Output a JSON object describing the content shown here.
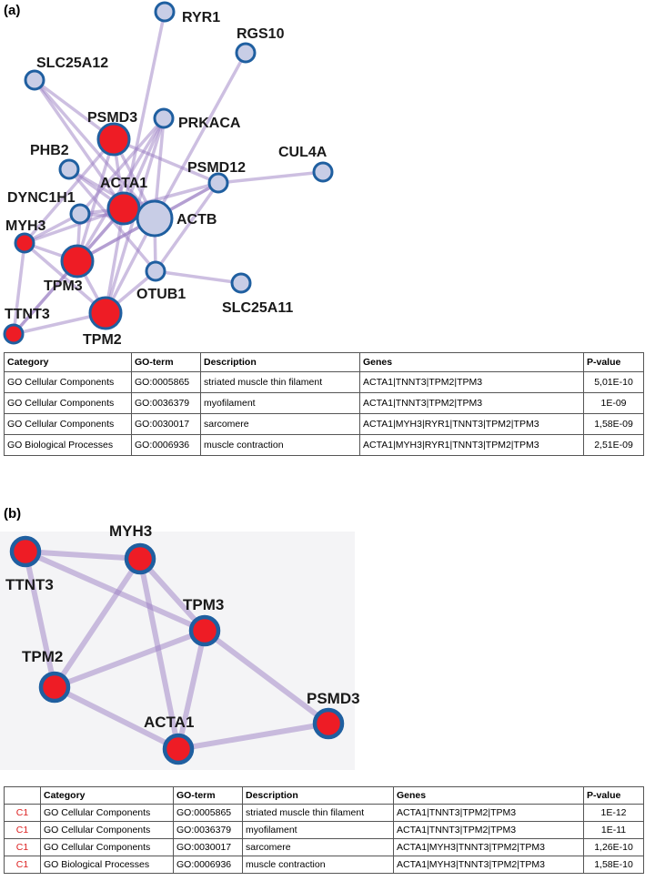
{
  "panel_a": {
    "label": "(a)",
    "nodes": [
      {
        "id": "RYR1",
        "label": "RYR1",
        "type": "gene",
        "size": "small"
      },
      {
        "id": "RGS10",
        "label": "RGS10",
        "type": "gene",
        "size": "small"
      },
      {
        "id": "SLC25A12",
        "label": "SLC25A12",
        "type": "gene",
        "size": "small"
      },
      {
        "id": "PSMD3",
        "label": "PSMD3",
        "type": "hit",
        "size": "large"
      },
      {
        "id": "PRKACA",
        "label": "PRKACA",
        "type": "gene",
        "size": "small"
      },
      {
        "id": "PHB2",
        "label": "PHB2",
        "type": "gene",
        "size": "small"
      },
      {
        "id": "CUL4A",
        "label": "CUL4A",
        "type": "gene",
        "size": "small"
      },
      {
        "id": "PSMD12",
        "label": "PSMD12",
        "type": "gene",
        "size": "small"
      },
      {
        "id": "ACTA1",
        "label": "ACTA1",
        "type": "hit",
        "size": "large"
      },
      {
        "id": "DYNC1H1",
        "label": "DYNC1H1",
        "type": "gene",
        "size": "small"
      },
      {
        "id": "ACTB",
        "label": "ACTB",
        "type": "gene",
        "size": "xlarge"
      },
      {
        "id": "MYH3",
        "label": "MYH3",
        "type": "hit",
        "size": "small"
      },
      {
        "id": "TPM3",
        "label": "TPM3",
        "type": "hit",
        "size": "large"
      },
      {
        "id": "OTUB1",
        "label": "OTUB1",
        "type": "gene",
        "size": "small"
      },
      {
        "id": "SLC25A11",
        "label": "SLC25A11",
        "type": "gene",
        "size": "small"
      },
      {
        "id": "TTNT3",
        "label": "TTNT3",
        "type": "hit",
        "size": "small"
      },
      {
        "id": "TPM2",
        "label": "TPM2",
        "type": "hit",
        "size": "large"
      }
    ],
    "edges": [
      [
        "RYR1",
        "ACTA1"
      ],
      [
        "RGS10",
        "ACTB"
      ],
      [
        "SLC25A12",
        "PSMD3"
      ],
      [
        "SLC25A12",
        "ACTB"
      ],
      [
        "SLC25A12",
        "ACTA1"
      ],
      [
        "PSMD3",
        "ACTA1"
      ],
      [
        "PSMD3",
        "ACTB"
      ],
      [
        "PSMD3",
        "PSMD12"
      ],
      [
        "PSMD3",
        "TPM3"
      ],
      [
        "PSMD3",
        "MYH3"
      ],
      [
        "PRKACA",
        "ACTB"
      ],
      [
        "PRKACA",
        "ACTA1"
      ],
      [
        "PRKACA",
        "DYNC1H1"
      ],
      [
        "PRKACA",
        "TPM3"
      ],
      [
        "PRKACA",
        "TPM2"
      ],
      [
        "PHB2",
        "ACTA1"
      ],
      [
        "PHB2",
        "ACTB"
      ],
      [
        "PHB2",
        "OTUB1"
      ],
      [
        "CUL4A",
        "PSMD12"
      ],
      [
        "PSMD12",
        "ACTB"
      ],
      [
        "PSMD12",
        "ACTA1"
      ],
      [
        "PSMD12",
        "OTUB1"
      ],
      [
        "PSMD12",
        "TPM3"
      ],
      [
        "ACTA1",
        "ACTB"
      ],
      [
        "ACTA1",
        "DYNC1H1"
      ],
      [
        "ACTA1",
        "MYH3"
      ],
      [
        "ACTA1",
        "TPM3"
      ],
      [
        "ACTA1",
        "TPM2"
      ],
      [
        "ACTA1",
        "TTNT3"
      ],
      [
        "DYNC1H1",
        "ACTB"
      ],
      [
        "DYNC1H1",
        "MYH3"
      ],
      [
        "DYNC1H1",
        "TPM3"
      ],
      [
        "ACTB",
        "TPM3"
      ],
      [
        "ACTB",
        "OTUB1"
      ],
      [
        "ACTB",
        "TPM2"
      ],
      [
        "MYH3",
        "TPM3"
      ],
      [
        "MYH3",
        "TPM2"
      ],
      [
        "MYH3",
        "TTNT3"
      ],
      [
        "TPM3",
        "TPM2"
      ],
      [
        "TPM3",
        "TTNT3"
      ],
      [
        "OTUB1",
        "SLC25A11"
      ],
      [
        "OTUB1",
        "TPM2"
      ],
      [
        "TTNT3",
        "TPM2"
      ]
    ],
    "table": {
      "headers": [
        "Category",
        "GO-term",
        "Description",
        "Genes",
        "P-value"
      ],
      "rows": [
        [
          "GO Cellular Components",
          "GO:0005865",
          "striated muscle thin filament",
          "ACTA1|TNNT3|TPM2|TPM3",
          "5,01E-10"
        ],
        [
          "GO Cellular Components",
          "GO:0036379",
          "myofilament",
          "ACTA1|TNNT3|TPM2|TPM3",
          "1E-09"
        ],
        [
          "GO Cellular Components",
          "GO:0030017",
          "sarcomere",
          "ACTA1|MYH3|RYR1|TNNT3|TPM2|TPM3",
          "1,58E-09"
        ],
        [
          "GO Biological Processes",
          "GO:0006936",
          "muscle contraction",
          "ACTA1|MYH3|RYR1|TNNT3|TPM2|TPM3",
          "2,51E-09"
        ]
      ]
    }
  },
  "panel_b": {
    "label": "(b)",
    "nodes": [
      {
        "id": "TTNT3",
        "label": "TTNT3"
      },
      {
        "id": "MYH3",
        "label": "MYH3"
      },
      {
        "id": "TPM3",
        "label": "TPM3"
      },
      {
        "id": "TPM2",
        "label": "TPM2"
      },
      {
        "id": "PSMD3",
        "label": "PSMD3"
      },
      {
        "id": "ACTA1",
        "label": "ACTA1"
      }
    ],
    "edges": [
      [
        "TTNT3",
        "MYH3"
      ],
      [
        "TTNT3",
        "TPM3"
      ],
      [
        "TTNT3",
        "TPM2"
      ],
      [
        "MYH3",
        "TPM3"
      ],
      [
        "MYH3",
        "TPM2"
      ],
      [
        "MYH3",
        "ACTA1"
      ],
      [
        "TPM3",
        "TPM2"
      ],
      [
        "TPM3",
        "ACTA1"
      ],
      [
        "TPM3",
        "PSMD3"
      ],
      [
        "TPM2",
        "ACTA1"
      ],
      [
        "ACTA1",
        "PSMD3"
      ]
    ],
    "table": {
      "headers": [
        "",
        "Category",
        "GO-term",
        "Description",
        "Genes",
        "P-value"
      ],
      "rows": [
        [
          "C1",
          "GO Cellular Components",
          "GO:0005865",
          "striated muscle thin filament",
          "ACTA1|TNNT3|TPM2|TPM3",
          "1E-12"
        ],
        [
          "C1",
          "GO Cellular Components",
          "GO:0036379",
          "myofilament",
          "ACTA1|TNNT3|TPM2|TPM3",
          "1E-11"
        ],
        [
          "C1",
          "GO Cellular Components",
          "GO:0030017",
          "sarcomere",
          "ACTA1|MYH3|TNNT3|TPM2|TPM3",
          "1,26E-10"
        ],
        [
          "C1",
          "GO Biological Processes",
          "GO:0006936",
          "muscle contraction",
          "ACTA1|MYH3|TNNT3|TPM2|TPM3",
          "1,58E-10"
        ]
      ]
    }
  },
  "colors": {
    "hit_fill": "#ee1c25",
    "gene_fill": "#c8cde6",
    "node_ring": "#1f5fa0",
    "edge": "#9b7fc4",
    "cluster_label": "#dd2222"
  }
}
